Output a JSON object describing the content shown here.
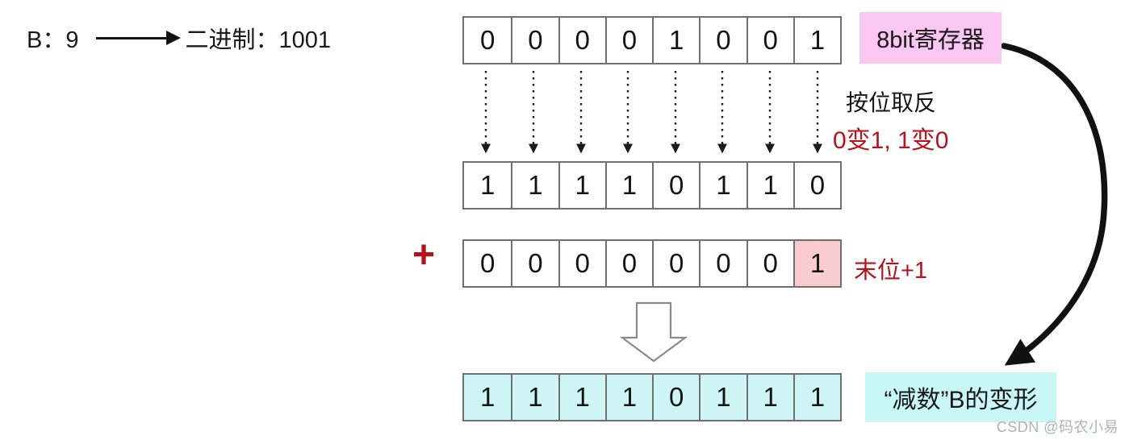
{
  "colors": {
    "register-label-bg": "#f9c7f2",
    "result-label-bg": "#c9f7f8",
    "result-row-bg": "#cdf5f6",
    "highlight-cell-bg": "#f9cdd0",
    "accent-red": "#b5121b",
    "cell-border": "#6f6f6f",
    "watermark-gray": "#aeb3bb"
  },
  "formula": {
    "value_text": "B：9",
    "binary_text": "二进制：1001"
  },
  "register_label": "8bit寄存器",
  "rows": {
    "original": {
      "bits": [
        "0",
        "0",
        "0",
        "0",
        "1",
        "0",
        "0",
        "1"
      ]
    },
    "inverted": {
      "bits": [
        "1",
        "1",
        "1",
        "1",
        "0",
        "1",
        "1",
        "0"
      ]
    },
    "add_one": {
      "bits": [
        "0",
        "0",
        "0",
        "0",
        "0",
        "0",
        "0",
        "1"
      ]
    },
    "result": {
      "bits": [
        "1",
        "1",
        "1",
        "1",
        "0",
        "1",
        "1",
        "1"
      ]
    }
  },
  "annotations": {
    "invert_title": "按位取反",
    "invert_rule": "0变1, 1变0",
    "plus_sign": "+",
    "last_bit_note": "末位+1",
    "result_label": "“减数”B的变形",
    "watermark": "CSDN @码农小易"
  }
}
